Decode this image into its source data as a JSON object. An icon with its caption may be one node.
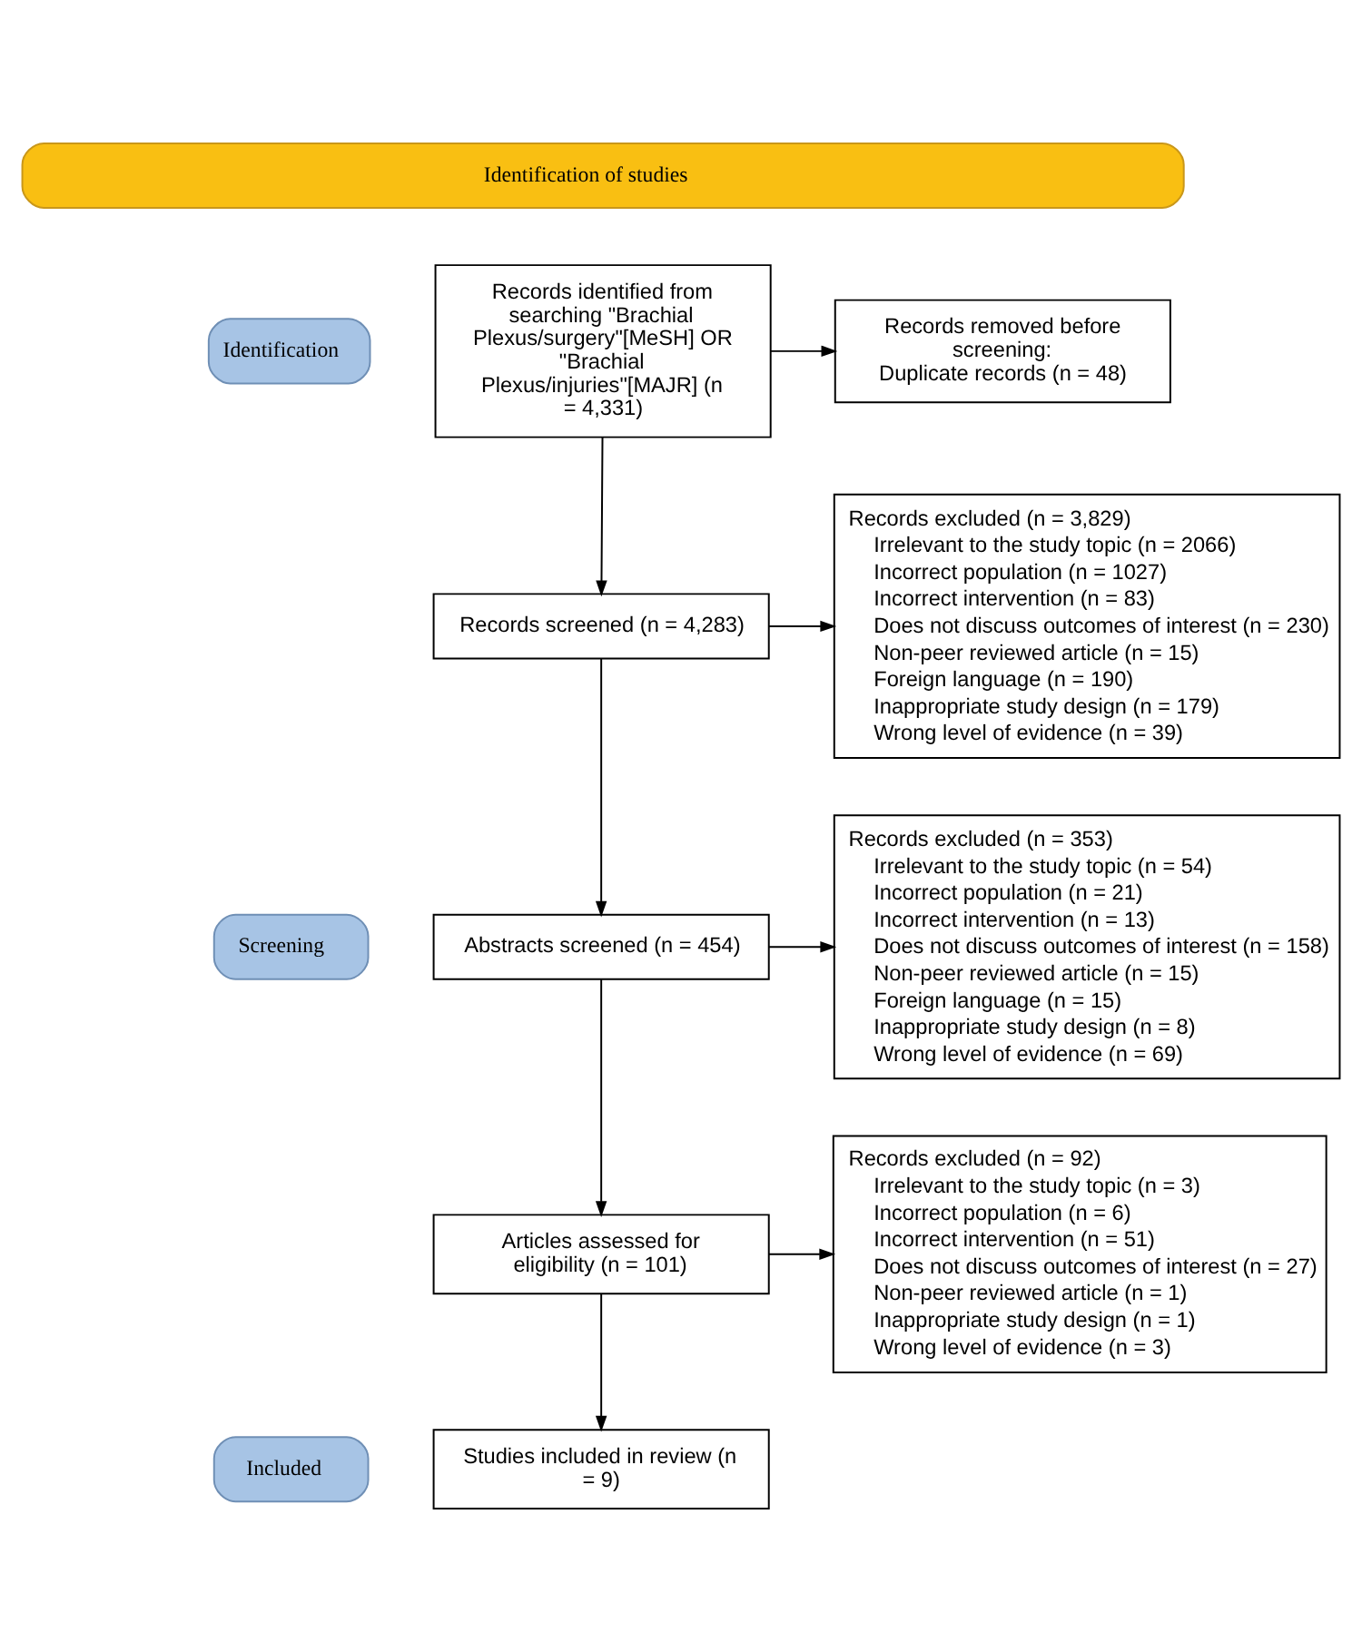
{
  "diagram": {
    "nodes": [
      {
        "text": [
          "Identification of studies"
        ]
      },
      {
        "text": [
          "Identification"
        ]
      },
      {
        "text": [
          "Screening"
        ]
      },
      {
        "text": [
          "Included"
        ]
      },
      {
        "text": [
          "Records identified from searching \"Brachial Plexus/surgery\"[MeSH] OR \"Brachial Plexus/injuries\"[MAJR] (n = 4,331)"
        ]
      },
      {
        "text": [
          "Records removed before screening:",
          "Duplicate records (n = 48)"
        ]
      },
      {
        "text": [
          "Records screened (n = 4,283)"
        ]
      },
      {
        "text": [
          "Records excluded (n = 3,829)",
          "Irrelevant to the study topic (n = 2066)",
          "Incorrect population (n = 1027)",
          "Incorrect intervention (n = 83)",
          "Does not discuss outcomes of interest (n = 230)",
          "Non-peer reviewed article (n = 15)",
          "Foreign language (n = 190)",
          "Inappropriate study design (n = 179)",
          "Wrong level of evidence (n = 39)"
        ]
      },
      {
        "text": [
          "Abstracts screened (n = 454)"
        ]
      },
      {
        "text": [
          "Records excluded (n = 353)",
          "Irrelevant to the study topic (n = 54)",
          "Incorrect population (n = 21)",
          "Incorrect intervention (n = 13)",
          "Does not discuss outcomes of interest (n = 158)",
          "Non-peer reviewed article (n = 15)",
          "Foreign language (n = 15)",
          "Inappropriate study design (n = 8)",
          "Wrong level of evidence (n = 69)"
        ]
      },
      {
        "text": [
          "Articles assessed for eligibility (n = 101)"
        ]
      },
      {
        "text": [
          "Records excluded (n = 92)",
          "Irrelevant to the study topic (n = 3)",
          "Incorrect population (n = 6)",
          "Incorrect intervention (n = 51)",
          "Does not discuss outcomes of interest (n = 27)",
          "Non-peer reviewed article (n = 1)",
          "Inappropriate study design (n = 1)",
          "Wrong level of evidence (n = 3)"
        ]
      },
      {
        "text": [
          "Studies included in review (n = 9)"
        ]
      }
    ],
    "edges": [
      {
        "from": 4,
        "to": 5,
        "arrow": "to"
      },
      {
        "from": 4,
        "to": 6,
        "arrow": "to"
      },
      {
        "from": 6,
        "to": 7,
        "arrow": "to"
      },
      {
        "from": 6,
        "to": 8,
        "arrow": "to"
      },
      {
        "from": 8,
        "to": 9,
        "arrow": "to"
      },
      {
        "from": 8,
        "to": 10,
        "arrow": "to"
      },
      {
        "from": 10,
        "to": 11,
        "arrow": "to"
      },
      {
        "from": 10,
        "to": 12,
        "arrow": "to"
      }
    ]
  }
}
